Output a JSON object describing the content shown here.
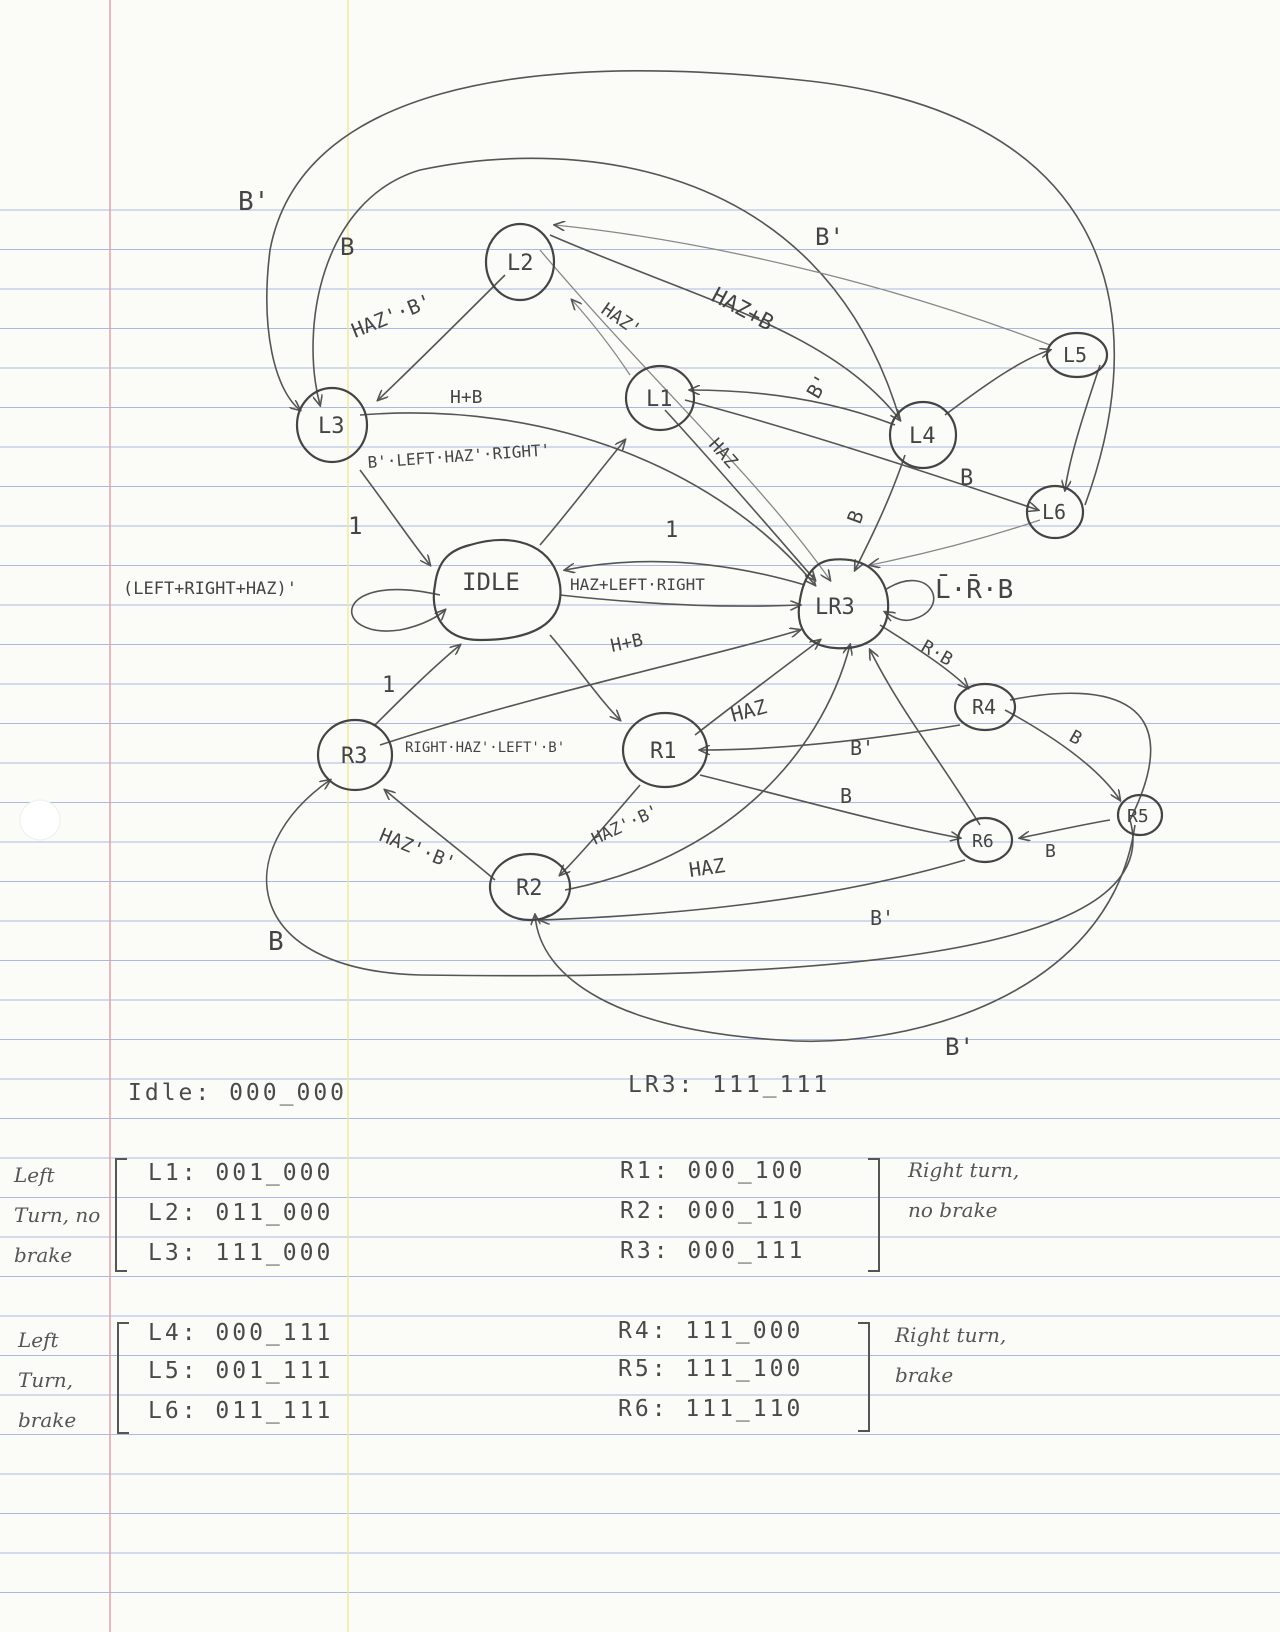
{
  "states": {
    "L1": "L1",
    "L2": "L2",
    "L3": "L3",
    "L4": "L4",
    "L5": "L5",
    "L6": "L6",
    "IDLE": "IDLE",
    "LR3": "LR3",
    "R1": "R1",
    "R2": "R2",
    "R3": "R3",
    "R4": "R4",
    "R5": "R5",
    "R6": "R6"
  },
  "transitions": {
    "b_prime_outer": "B'",
    "b_l3": "B",
    "haz_b_l2_l3": "HAZ'·B'",
    "haz_prime_l1": "HAZ'",
    "haz_plus_b_l2": "HAZ+B",
    "b_prime_l5_l2": "B'",
    "b_prime_l4": "B'",
    "hb_l3": "H+B",
    "haz_l1": "HAZ",
    "b_l6": "B",
    "b_l4_lr3": "B",
    "l3_idle_cond": "B'·LEFT·HAZ'·RIGHT'",
    "one_l3": "1",
    "one_lr3": "1",
    "idle_self": "(LEFT+RIGHT+HAZ)'",
    "idle_lr3": "HAZ+LEFT·RIGHT",
    "lr3_self": "L̄·R̄·B",
    "rb_lr3": "R·B",
    "hb_r": "H+B",
    "one_r3": "1",
    "haz_r1": "HAZ",
    "r3_idle_cond": "RIGHT·HAZ'·LEFT'·B'",
    "b_r4": "B",
    "b_prime_r1": "B'",
    "b_r1_r6": "B",
    "haz_b_r1_r2": "HAZ'·B'",
    "haz_b_r2_r3": "HAZ'·B'",
    "haz_r2": "HAZ",
    "b_r5_r6": "B",
    "b_prime_r6": "B'",
    "b_outer_r": "B",
    "b_prime_bottom": "B'"
  },
  "encodings": {
    "idle": "Idle: 000_000",
    "lr3": "LR3: 111_111",
    "left_no_brake": [
      "L1: 001_000",
      "L2: 011_000",
      "L3: 111_000"
    ],
    "right_no_brake": [
      "R1: 000_100",
      "R2: 000_110",
      "R3: 000_111"
    ],
    "left_brake": [
      "L4: 000_111",
      "L5: 001_111",
      "L6: 011_111"
    ],
    "right_brake": [
      "R4: 111_000",
      "R5: 111_100",
      "R6: 111_110"
    ]
  },
  "groups": {
    "left_no_brake": [
      "Left",
      "Turn, no",
      "brake"
    ],
    "right_no_brake": [
      "Right turn,",
      "no brake"
    ],
    "left_brake": [
      "Left",
      "Turn,",
      "brake"
    ],
    "right_brake": [
      "Right turn,",
      "brake"
    ]
  }
}
